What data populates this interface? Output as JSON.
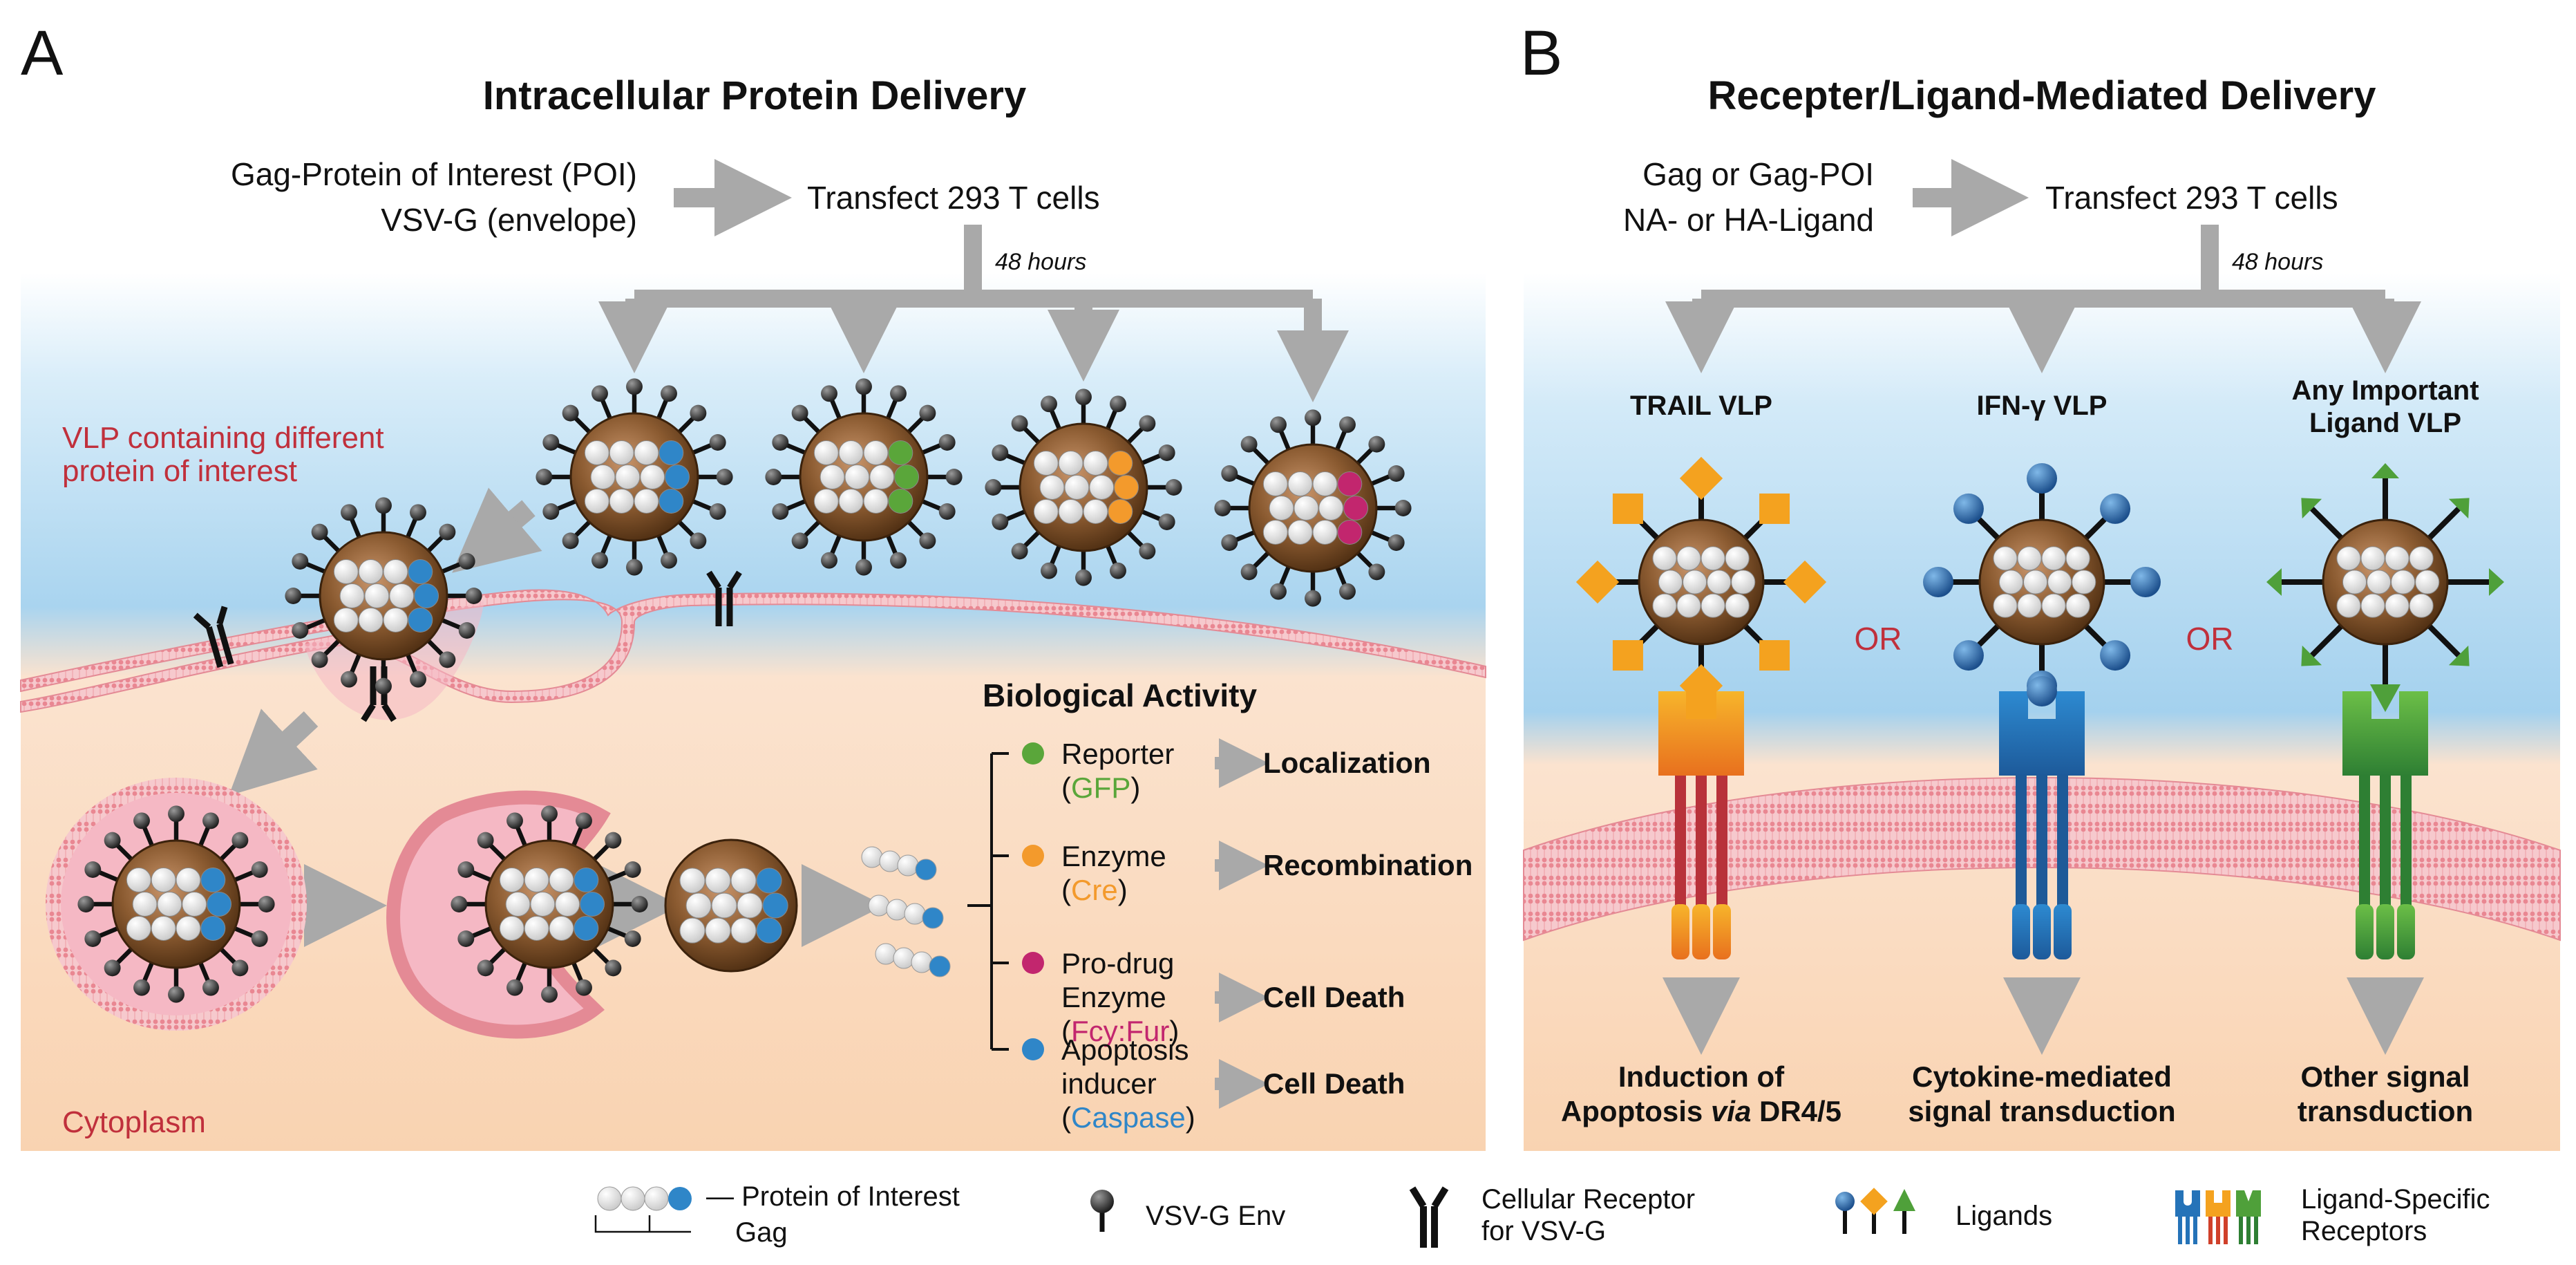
{
  "panel_a": {
    "letter": "A",
    "title": "Intracellular Protein Delivery",
    "input_line1": "Gag-Protein of Interest (POI)",
    "input_line2": "VSV-G (envelope)",
    "transfect": "Transfect 293 T cells",
    "hours": "48  hours",
    "vlp_label_line1": "VLP containing different",
    "vlp_label_line2": "protein of interest",
    "cytoplasm": "Cytoplasm",
    "bio_title": "Biological Activity",
    "activities": [
      {
        "line1": "Reporter",
        "line2_pre": "(",
        "line2_colored": "GFP",
        "line2_post": ")",
        "line3": "",
        "color": "#5aa63a",
        "outcome": "Localization"
      },
      {
        "line1": "Enzyme",
        "line2_pre": "(",
        "line2_colored": "Cre",
        "line2_post": ")",
        "line3": "",
        "color": "#f39a2c",
        "outcome": "Recombination"
      },
      {
        "line1": "Pro-drug",
        "line2_pre": "Enzyme",
        "line2_colored": "",
        "line2_post": "",
        "line3_pre": "(",
        "line3_colored": "Fcy:Fur",
        "line3_post": ")",
        "color": "#c2266e",
        "outcome": "Cell Death"
      },
      {
        "line1": "Apoptosis",
        "line2_pre": "inducer",
        "line2_colored": "",
        "line2_post": "",
        "line3_pre": "(",
        "line3_colored": "Caspase",
        "line3_post": ")",
        "color": "#2f86c8",
        "outcome": "Cell Death"
      }
    ]
  },
  "panel_b": {
    "letter": "B",
    "title": "Recepter/Ligand-Mediated Delivery",
    "input_line1": "Gag or Gag-POI",
    "input_line2": "NA- or HA-Ligand",
    "transfect": "Transfect 293 T cells",
    "hours": "48  hours",
    "or_label": "OR",
    "vlps": [
      {
        "label1": "TRAIL VLP",
        "label2": "",
        "ligand": "square",
        "color": "#f4a21f",
        "outcome1": "Induction of",
        "outcome2_pre": "Apoptosis ",
        "outcome2_italic": "via",
        "outcome2_post": " DR4/5"
      },
      {
        "label1": "IFN-γ VLP",
        "label2": "",
        "ligand": "ball",
        "color": "#2573b8",
        "outcome1": "Cytokine-mediated",
        "outcome2_pre": "signal transduction",
        "outcome2_italic": "",
        "outcome2_post": ""
      },
      {
        "label1": "Any Important",
        "label2": "Ligand VLP",
        "ligand": "triangle",
        "color": "#4fa03a",
        "outcome1": "Other signal",
        "outcome2_pre": "transduction",
        "outcome2_italic": "",
        "outcome2_post": ""
      }
    ]
  },
  "legend": {
    "poi": "— Protein of Interest",
    "gag": "Gag",
    "env": "VSV-G Env",
    "receptor_line1": "Cellular Receptor",
    "receptor_line2": "for VSV-G",
    "ligands": "Ligands",
    "lsr_line1": "Ligand-Specific",
    "lsr_line2": "Receptors"
  },
  "colors": {
    "accent_red": "#c0303c",
    "arrow_gray": "#a9a9a9",
    "vlp_brown": "#7a4a22",
    "gfp": "#5aa63a",
    "cre": "#f39a2c",
    "fcy": "#c2266e",
    "caspase": "#2f86c8"
  }
}
